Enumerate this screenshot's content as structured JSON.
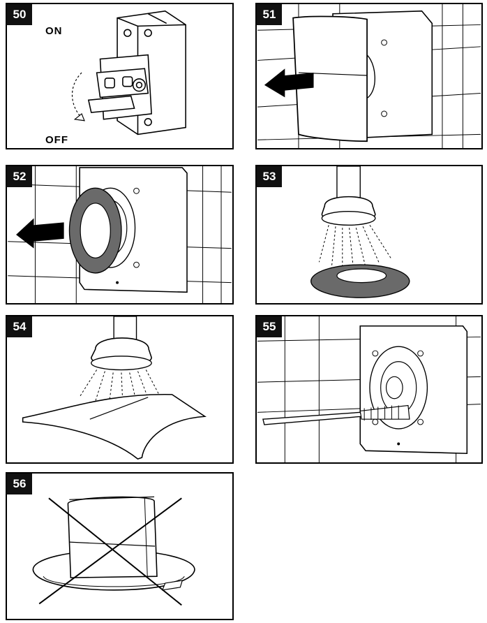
{
  "panels": [
    {
      "number": "50",
      "labels": {
        "on": "ON",
        "off": "OFF"
      }
    },
    {
      "number": "51"
    },
    {
      "number": "52"
    },
    {
      "number": "53"
    },
    {
      "number": "54"
    },
    {
      "number": "55"
    },
    {
      "number": "56"
    }
  ],
  "colors": {
    "ink": "#000000",
    "badge": "#111111",
    "filter": "#6a6a6a"
  }
}
